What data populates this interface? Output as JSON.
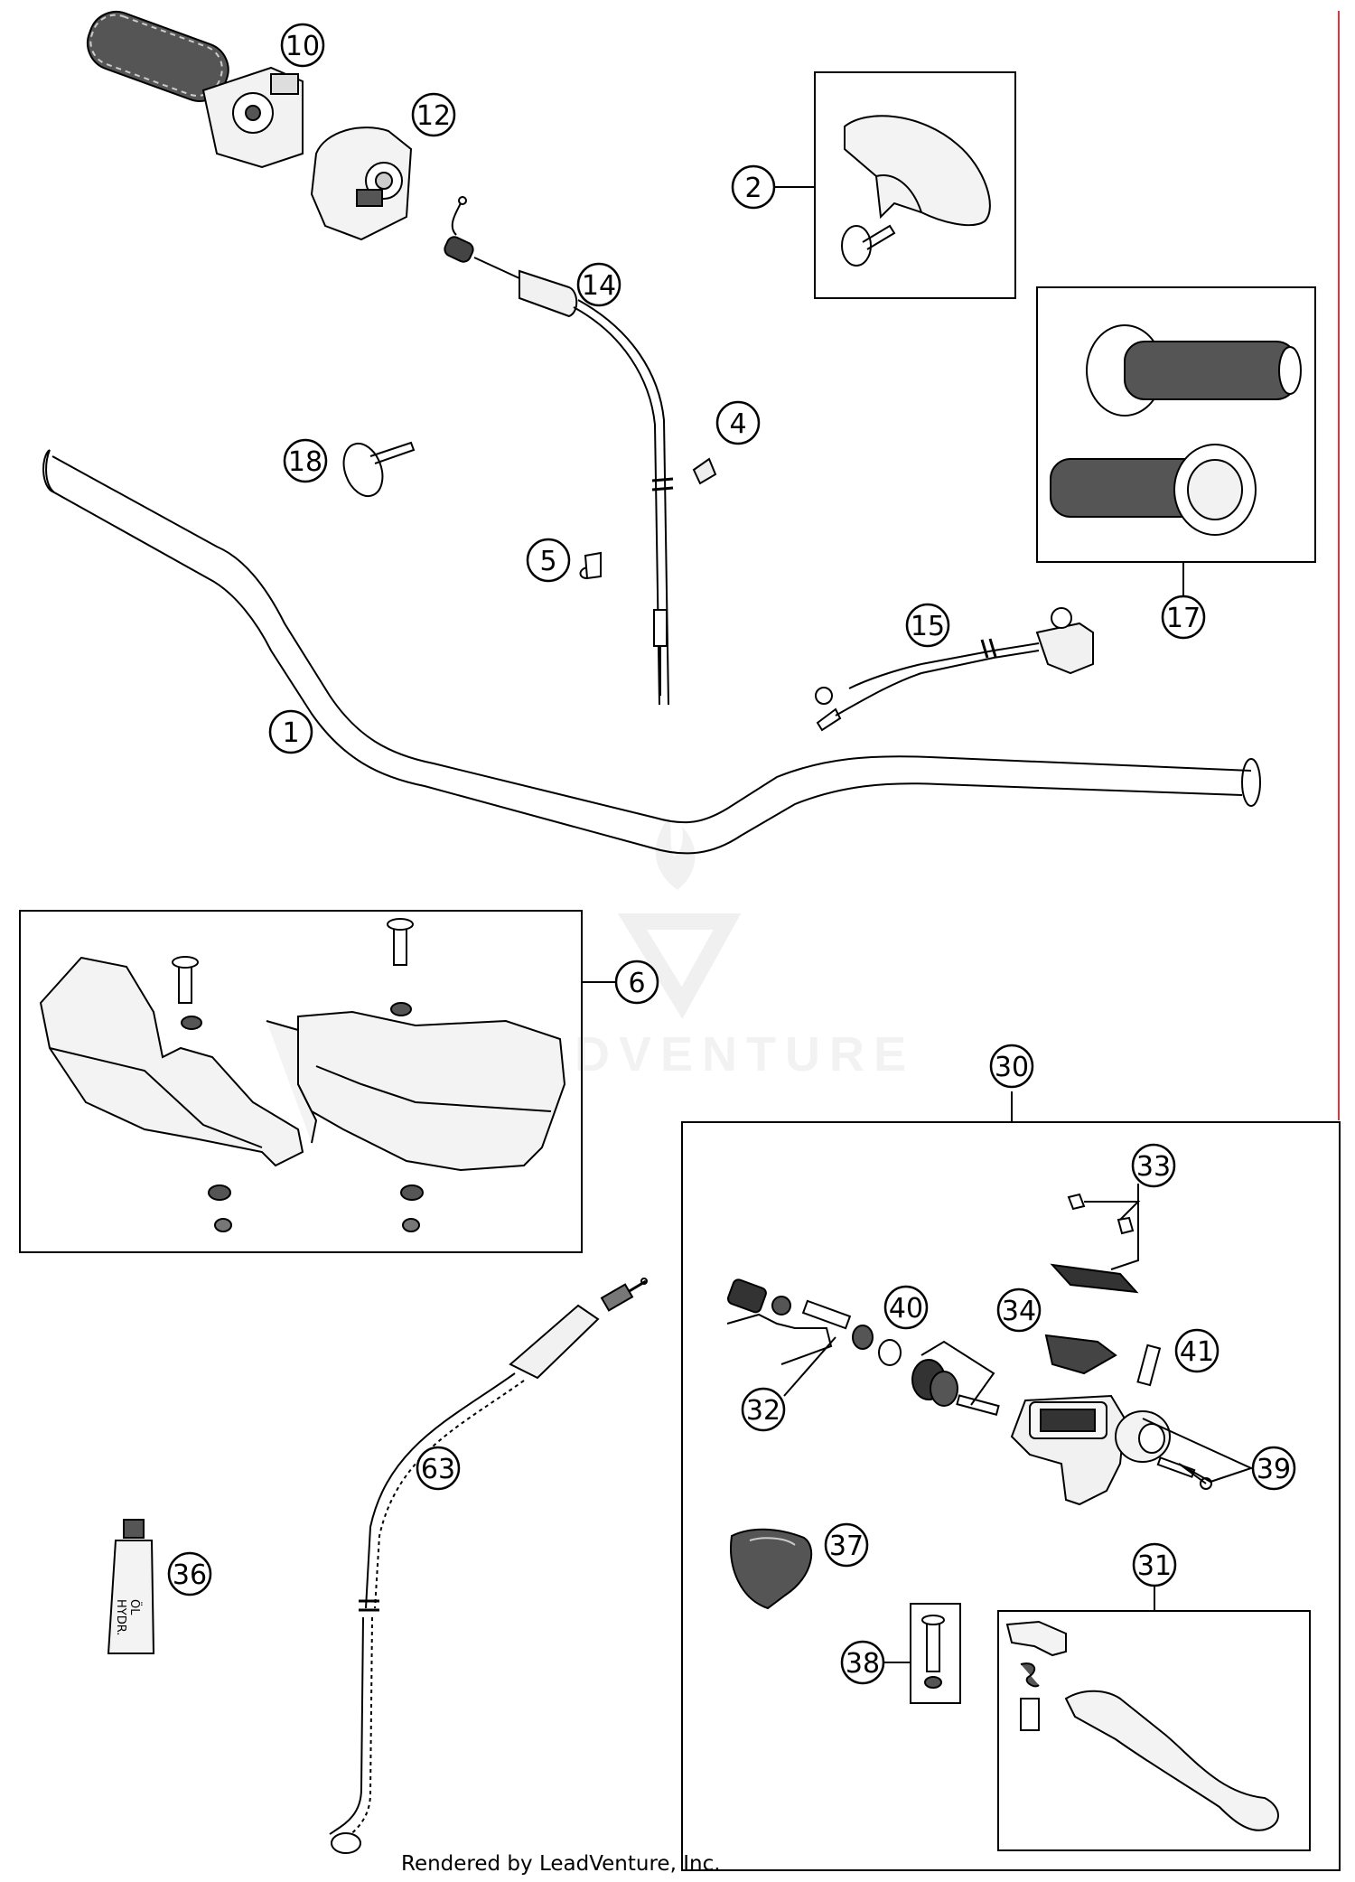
{
  "diagram": {
    "callouts": [
      "10",
      "12",
      "2",
      "14",
      "4",
      "18",
      "5",
      "17",
      "15",
      "1",
      "6",
      "30",
      "33",
      "40",
      "34",
      "41",
      "32",
      "39",
      "63",
      "37",
      "31",
      "36",
      "38"
    ],
    "hydraulic_bottle_label": [
      "HYDR.",
      "ÖL"
    ],
    "watermark": "LEADVENTURE",
    "footer": "Rendered by LeadVenture, Inc."
  }
}
